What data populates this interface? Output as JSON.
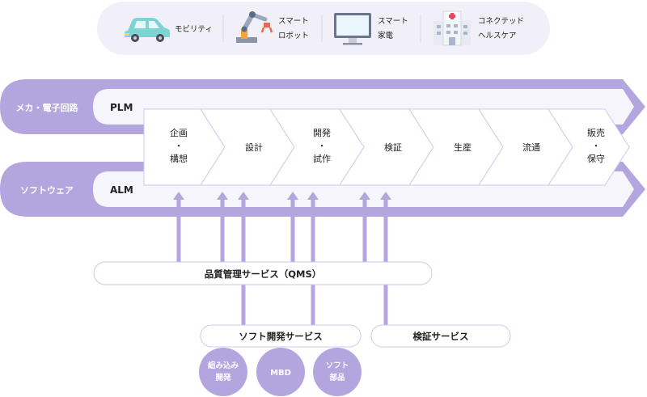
{
  "industries": [
    {
      "icon": "car-icon",
      "line1": "モビリティ",
      "line2": ""
    },
    {
      "icon": "robot-arm-icon",
      "line1": "スマート",
      "line2": "ロボット"
    },
    {
      "icon": "monitor-icon",
      "line1": "スマート",
      "line2": "家電"
    },
    {
      "icon": "hospital-icon",
      "line1": "コネクテッド",
      "line2": "ヘルスケア"
    }
  ],
  "bands": {
    "top": {
      "side_label": "メカ・電子回路",
      "tag": "PLM"
    },
    "bottom": {
      "side_label": "ソフトウェア",
      "tag": "ALM"
    }
  },
  "stages": [
    {
      "lines": [
        "企画",
        "・",
        "構想"
      ]
    },
    {
      "lines": [
        "設計"
      ]
    },
    {
      "lines": [
        "開発",
        "・",
        "試作"
      ]
    },
    {
      "lines": [
        "検証"
      ]
    },
    {
      "lines": [
        "生産"
      ]
    },
    {
      "lines": [
        "流通"
      ]
    },
    {
      "lines": [
        "販売",
        "・",
        "保守"
      ]
    }
  ],
  "services": {
    "qms": "品質管理サービス（QMS）",
    "software_dev": "ソフト開発サービス",
    "verification": "検証サービス"
  },
  "sub_services": [
    {
      "line1": "組み込み",
      "line2": "開発"
    },
    {
      "line1": "MBD",
      "line2": ""
    },
    {
      "line1": "ソフト",
      "line2": "部品"
    }
  ],
  "colors": {
    "purple": "#b3a6df",
    "purple_dark": "#9c8dd6",
    "pill_bg": "#f1f0f9",
    "stroke": "#cfc8ec",
    "text": "#222222"
  }
}
